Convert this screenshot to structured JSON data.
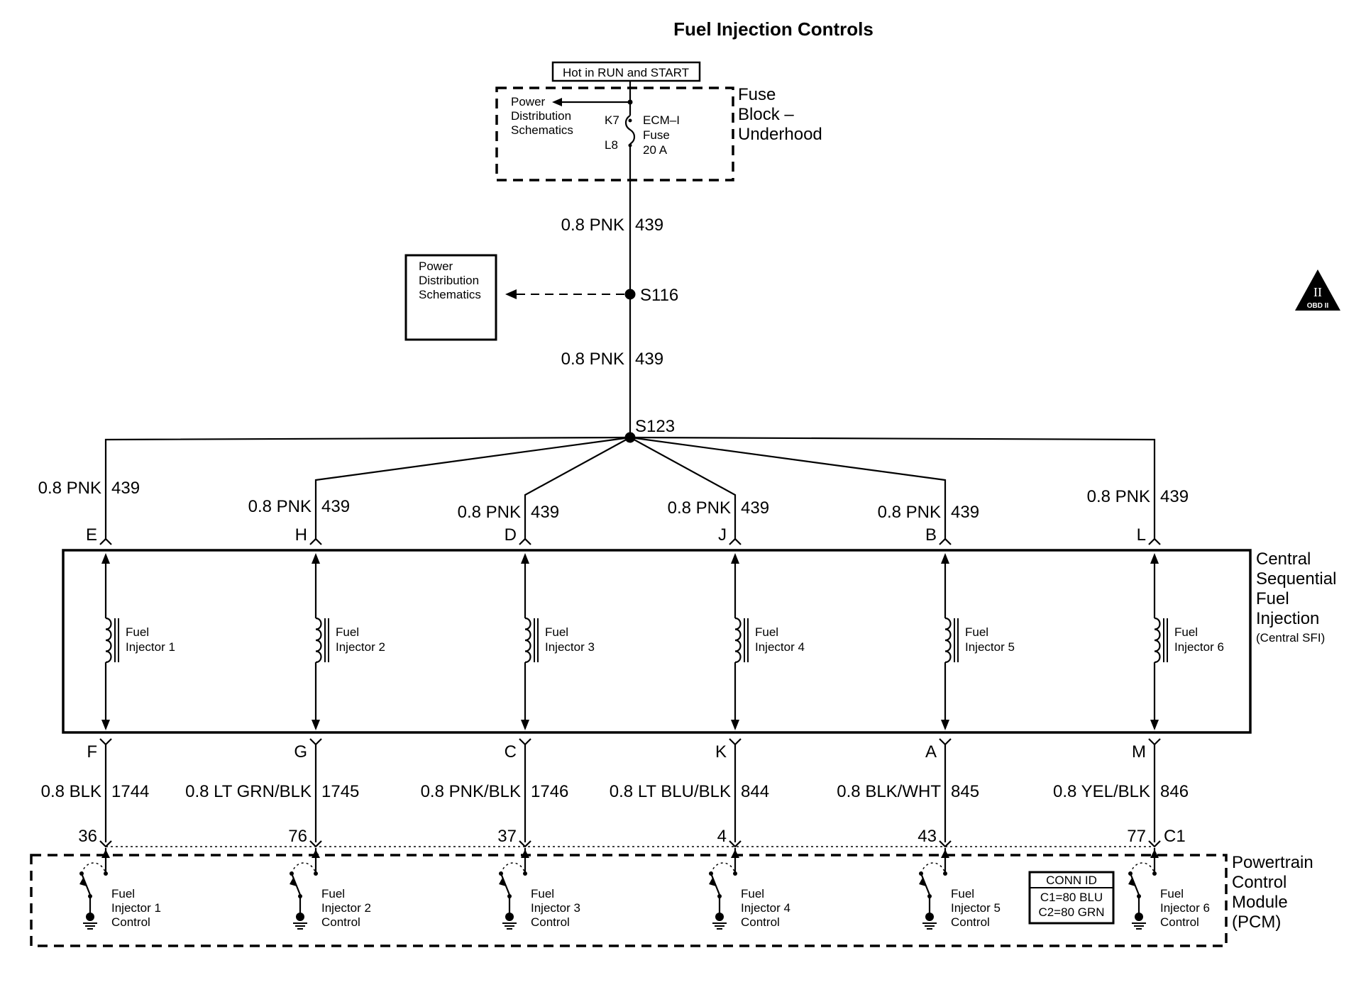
{
  "title": "Fuel Injection Controls",
  "hot_label": "Hot in RUN and START",
  "fuse_block": {
    "name_lines": [
      "Fuse",
      "Block –",
      "Underhood"
    ],
    "power_ref_lines": [
      "Power",
      "Distribution",
      "Schematics"
    ],
    "pin_in": "K7",
    "pin_out": "L8",
    "fuse_lines": [
      "ECM–I",
      "Fuse",
      "20 A"
    ]
  },
  "main_wire": {
    "gauge_color": "0.8 PNK",
    "circuit": "439"
  },
  "splices": {
    "upper": "S116",
    "lower": "S123"
  },
  "power_ref_box_lines": [
    "Power",
    "Distribution",
    "Schematics"
  ],
  "obd_badge": {
    "numeral": "II",
    "text": "OBD II"
  },
  "sfi_module": {
    "name_lines": [
      "Central",
      "Sequential",
      "Fuel",
      "Injection"
    ],
    "sub": "(Central SFI)"
  },
  "pcm": {
    "name_lines": [
      "Powertrain",
      "Control",
      "Module",
      "(PCM)"
    ],
    "connector": "C1"
  },
  "conn_id": {
    "title": "CONN ID",
    "lines": [
      "C1=80 BLU",
      "C2=80 GRN"
    ]
  },
  "injectors": [
    {
      "name": "Fuel",
      "num": "Injector 1",
      "top_pin": "E",
      "top_wire": "0.8 PNK",
      "top_circuit": "439",
      "bottom_pin": "F",
      "bottom_wire": "0.8 BLK",
      "bottom_circuit": "1744",
      "pcm_pin": "36",
      "control": [
        "Fuel",
        "Injector 1",
        "Control"
      ]
    },
    {
      "name": "Fuel",
      "num": "Injector 2",
      "top_pin": "H",
      "top_wire": "0.8 PNK",
      "top_circuit": "439",
      "bottom_pin": "G",
      "bottom_wire": "0.8 LT GRN/BLK",
      "bottom_circuit": "1745",
      "pcm_pin": "76",
      "control": [
        "Fuel",
        "Injector 2",
        "Control"
      ]
    },
    {
      "name": "Fuel",
      "num": "Injector 3",
      "top_pin": "D",
      "top_wire": "0.8 PNK",
      "top_circuit": "439",
      "bottom_pin": "C",
      "bottom_wire": "0.8 PNK/BLK",
      "bottom_circuit": "1746",
      "pcm_pin": "37",
      "control": [
        "Fuel",
        "Injector 3",
        "Control"
      ]
    },
    {
      "name": "Fuel",
      "num": "Injector 4",
      "top_pin": "J",
      "top_wire": "0.8 PNK",
      "top_circuit": "439",
      "bottom_pin": "K",
      "bottom_wire": "0.8 LT BLU/BLK",
      "bottom_circuit": "844",
      "pcm_pin": "4",
      "control": [
        "Fuel",
        "Injector 4",
        "Control"
      ]
    },
    {
      "name": "Fuel",
      "num": "Injector 5",
      "top_pin": "B",
      "top_wire": "0.8 PNK",
      "top_circuit": "439",
      "bottom_pin": "A",
      "bottom_wire": "0.8 BLK/WHT",
      "bottom_circuit": "845",
      "pcm_pin": "43",
      "control": [
        "Fuel",
        "Injector 5",
        "Control"
      ]
    },
    {
      "name": "Fuel",
      "num": "Injector 6",
      "top_pin": "L",
      "top_wire": "0.8 PNK",
      "top_circuit": "439",
      "bottom_pin": "M",
      "bottom_wire": "0.8 YEL/BLK",
      "bottom_circuit": "846",
      "pcm_pin": "77",
      "control": [
        "Fuel",
        "Injector 6",
        "Control"
      ]
    }
  ]
}
